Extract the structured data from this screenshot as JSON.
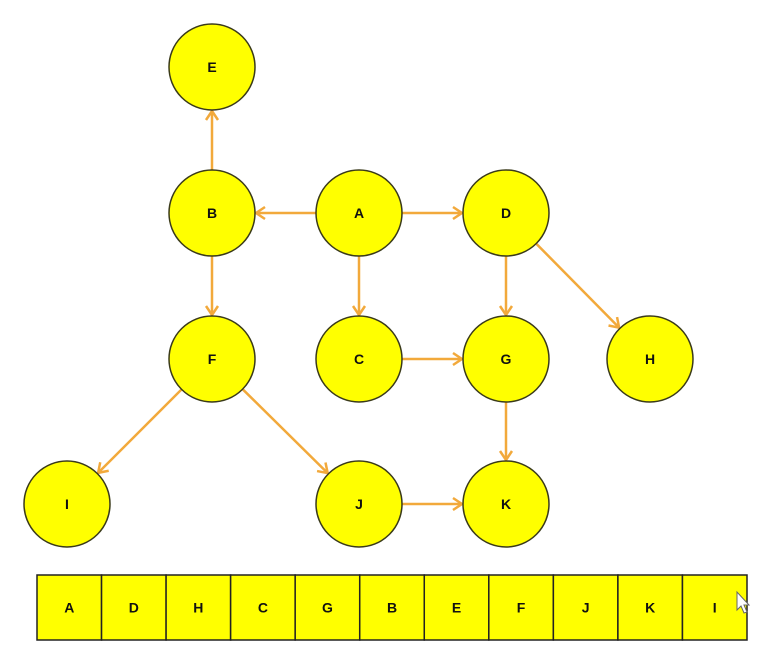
{
  "graph": {
    "nodes": [
      "A",
      "B",
      "C",
      "D",
      "E",
      "F",
      "G",
      "H",
      "I",
      "J",
      "K"
    ],
    "edges": [
      {
        "from": "B",
        "to": "E"
      },
      {
        "from": "A",
        "to": "B"
      },
      {
        "from": "A",
        "to": "D"
      },
      {
        "from": "A",
        "to": "C"
      },
      {
        "from": "B",
        "to": "F"
      },
      {
        "from": "D",
        "to": "G"
      },
      {
        "from": "D",
        "to": "H"
      },
      {
        "from": "C",
        "to": "G"
      },
      {
        "from": "G",
        "to": "K"
      },
      {
        "from": "F",
        "to": "I"
      },
      {
        "from": "F",
        "to": "J"
      },
      {
        "from": "J",
        "to": "K"
      }
    ]
  },
  "traversal_order": [
    "A",
    "D",
    "H",
    "C",
    "G",
    "B",
    "E",
    "F",
    "J",
    "K",
    "I"
  ],
  "colors": {
    "node_fill": "#ffff00",
    "edge": "#f2a93b",
    "outline": "#222222"
  }
}
